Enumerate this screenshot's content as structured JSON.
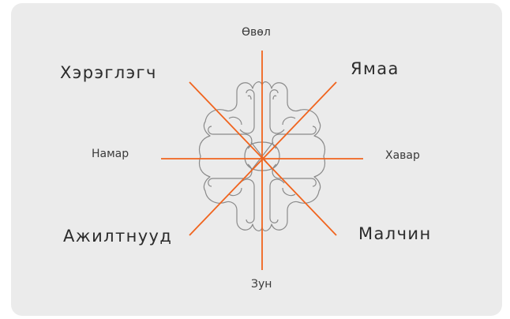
{
  "labels": {
    "top": "Өвөл",
    "bottom": "Зун",
    "left": "Намар",
    "right": "Хавар",
    "top_left": "Хэрэглэгч",
    "top_right": "Ямаа",
    "bottom_left": "Ажилтнууд",
    "bottom_right": "Малчин"
  },
  "colors": {
    "background": "#ebebeb",
    "lines": "#f0641e",
    "knot_stroke": "#8a8a8a",
    "text": "#333333"
  },
  "icon": "ulzii-knot-icon"
}
